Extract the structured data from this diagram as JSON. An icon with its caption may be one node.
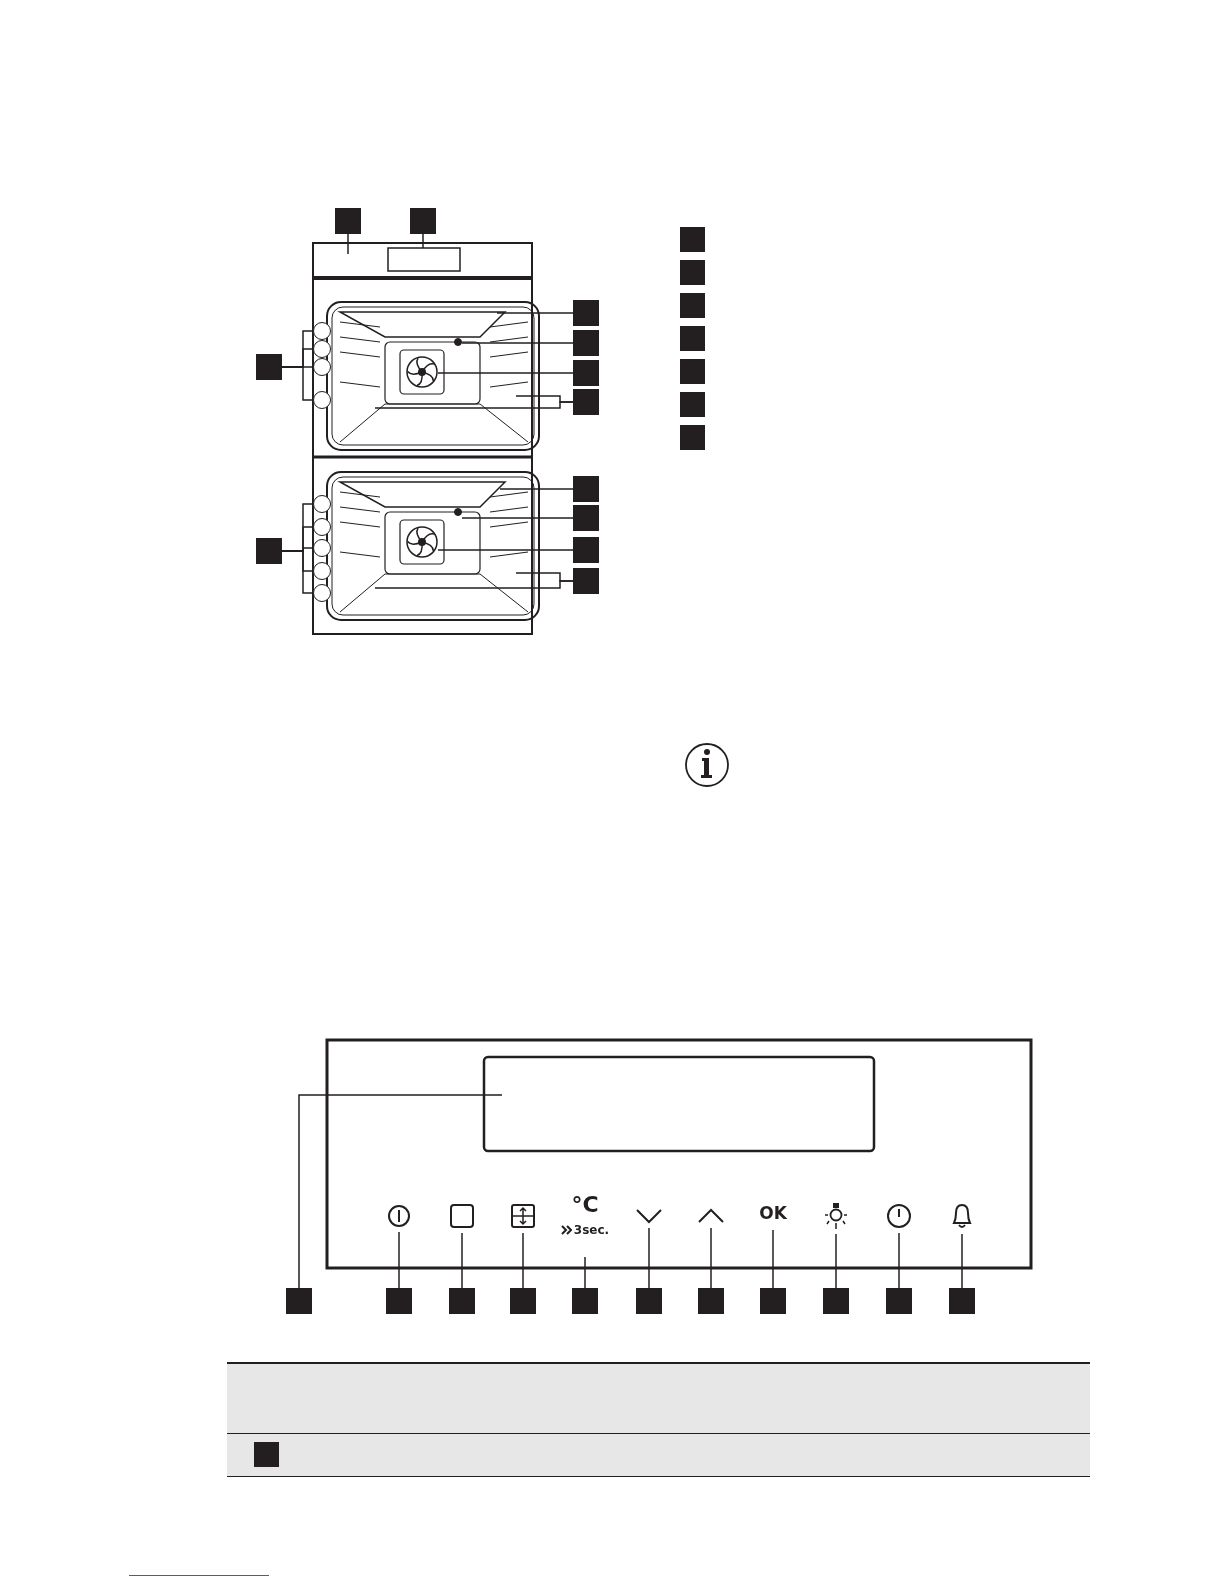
{
  "diagram": {
    "nodes": [
      {
        "text": [],
        "shape": "box"
      },
      {
        "text": [],
        "shape": "box"
      },
      {
        "text": [],
        "shape": "box"
      },
      {
        "text": [],
        "shape": "box"
      },
      {
        "text": [],
        "shape": "box"
      },
      {
        "text": [],
        "shape": "box"
      },
      {
        "text": [],
        "shape": "box"
      },
      {
        "text": [],
        "shape": "box"
      },
      {
        "text": [],
        "shape": "box"
      },
      {
        "text": [],
        "shape": "box"
      },
      {
        "text": [],
        "shape": "box"
      },
      {
        "text": [],
        "shape": "box"
      },
      {
        "text": [],
        "shape": "box"
      },
      {
        "text": [],
        "shape": "box"
      },
      {
        "text": [],
        "shape": "box"
      },
      {
        "text": [],
        "shape": "box"
      },
      {
        "text": [],
        "shape": "box"
      },
      {
        "text": [],
        "shape": "box"
      },
      {
        "text": [],
        "shape": "box"
      },
      {
        "text": [],
        "shape": "box"
      },
      {
        "text": [],
        "shape": "box"
      },
      {
        "text": [],
        "shape": "box"
      },
      {
        "text": [],
        "shape": "box"
      },
      {
        "text": [],
        "shape": "box"
      },
      {
        "text": [],
        "shape": "box"
      },
      {
        "text": [],
        "shape": "box"
      },
      {
        "text": [],
        "shape": "box"
      },
      {
        "text": [],
        "shape": "box"
      },
      {
        "text": [],
        "shape": "box"
      },
      {
        "text": [],
        "shape": "box"
      },
      {
        "text": [],
        "shape": "box"
      },
      {
        "text": [],
        "shape": "circle"
      },
      {
        "text": [],
        "shape": "circle"
      },
      {
        "text": [],
        "shape": "circle"
      },
      {
        "text": [],
        "shape": "circle"
      },
      {
        "text": [],
        "shape": "circle"
      },
      {
        "text": [],
        "shape": "circle"
      },
      {
        "text": [],
        "shape": "circle"
      },
      {
        "text": [],
        "shape": "circle"
      },
      {
        "text": [],
        "shape": "circle"
      },
      {
        "text": [],
        "shape": "picture"
      },
      {
        "text": [],
        "shape": "box"
      },
      {
        "text": [],
        "shape": "picture"
      },
      {
        "text": [
          "°C",
          "3sec."
        ]
      },
      {
        "text": [],
        "shape": "picture"
      },
      {
        "text": [],
        "shape": "picture"
      },
      {
        "text": [
          "OK"
        ]
      },
      {
        "text": [],
        "shape": "picture"
      },
      {
        "text": [],
        "shape": "picture"
      },
      {
        "text": [],
        "shape": "picture"
      },
      {
        "text": [],
        "shape": "circle"
      },
      {
        "text": [],
        "shape": "picture"
      },
      {
        "text": [],
        "shape": "circle"
      },
      {
        "text": [],
        "shape": "picture"
      }
    ],
    "edges": [
      {
        "from": 0,
        "to": null,
        "arrow": "none"
      },
      {
        "from": 1,
        "to": null,
        "arrow": "none"
      },
      {
        "from": 2,
        "to": 31,
        "arrow": "none"
      },
      {
        "from": 3,
        "to": null,
        "arrow": "none"
      },
      {
        "from": 4,
        "to": 50,
        "arrow": "none"
      },
      {
        "from": 5,
        "to": 51,
        "arrow": "none"
      },
      {
        "from": 6,
        "to": null,
        "arrow": "none"
      },
      {
        "from": 7,
        "to": 35,
        "arrow": "none"
      },
      {
        "from": 8,
        "to": null,
        "arrow": "none"
      },
      {
        "from": 9,
        "to": 52,
        "arrow": "none"
      },
      {
        "from": 10,
        "to": 53,
        "arrow": "none"
      },
      {
        "from": 11,
        "to": null,
        "arrow": "none"
      },
      {
        "from": 19,
        "to": null,
        "arrow": "none"
      },
      {
        "from": 20,
        "to": 40,
        "arrow": "none"
      },
      {
        "from": 21,
        "to": 41,
        "arrow": "none"
      },
      {
        "from": 22,
        "to": 42,
        "arrow": "none"
      },
      {
        "from": 23,
        "to": 43,
        "arrow": "none"
      },
      {
        "from": 24,
        "to": 44,
        "arrow": "none"
      },
      {
        "from": 25,
        "to": 45,
        "arrow": "none"
      },
      {
        "from": 26,
        "to": 46,
        "arrow": "none"
      },
      {
        "from": 27,
        "to": 47,
        "arrow": "none"
      },
      {
        "from": 28,
        "to": 48,
        "arrow": "none"
      },
      {
        "from": 29,
        "to": 49,
        "arrow": "none"
      },
      {
        "from": 2,
        "to": 32,
        "arrow": "none"
      },
      {
        "from": 2,
        "to": 33,
        "arrow": "none"
      },
      {
        "from": 2,
        "to": 34,
        "arrow": "none"
      },
      {
        "from": 7,
        "to": 36,
        "arrow": "none"
      },
      {
        "from": 7,
        "to": 37,
        "arrow": "none"
      },
      {
        "from": 7,
        "to": 38,
        "arrow": "none"
      },
      {
        "from": 7,
        "to": 39,
        "arrow": "none"
      },
      {
        "from": 6,
        "to": null,
        "arrow": "none"
      },
      {
        "from": 11,
        "to": null,
        "arrow": "none"
      }
    ]
  }
}
